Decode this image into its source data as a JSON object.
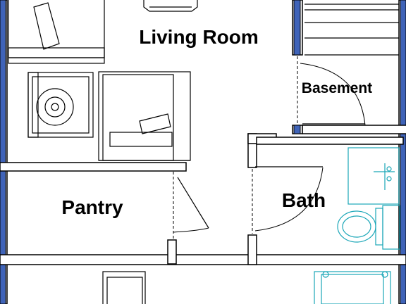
{
  "rooms": {
    "living_room": {
      "label": "Living Room"
    },
    "basement": {
      "label": "Basement"
    },
    "pantry": {
      "label": "Pantry"
    },
    "bath": {
      "label": "Bath"
    }
  },
  "colors": {
    "wall_fill": "#ffffff",
    "wall_accent": "#3f63b8",
    "fixture_stroke": "#1aa6b7",
    "line": "#000000"
  },
  "icons": {
    "stair": "stairs-icon",
    "washer": "washer-icon",
    "sink": "sink-icon",
    "toilet": "toilet-icon"
  }
}
